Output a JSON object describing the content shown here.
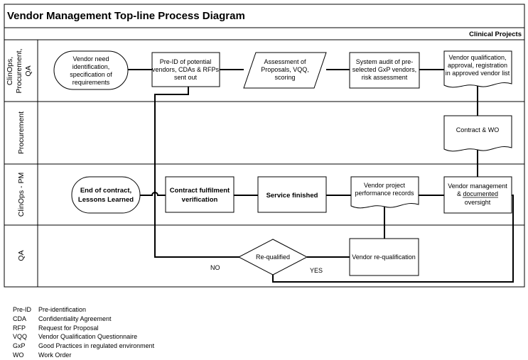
{
  "title": "Vendor Management Top-line Process Diagram",
  "header_right": "Clinical Projects",
  "lanes": [
    {
      "lines": [
        "ClinOps,",
        "Procurement,",
        "QA"
      ]
    },
    {
      "lines": [
        "Procurement"
      ]
    },
    {
      "lines": [
        "ClinOps - PM"
      ]
    },
    {
      "lines": [
        "QA"
      ]
    }
  ],
  "nodes": {
    "vendor_need": [
      "Vendor need",
      "identification,",
      "specification of",
      "requirements"
    ],
    "pre_id": [
      "Pre-ID of potential",
      "vendors, CDAs & RFPs",
      "sent out"
    ],
    "assessment": [
      "Assessment of",
      "Proposals, VQQ,",
      "scoring"
    ],
    "system_audit": [
      "System audit of pre-",
      "selected GxP vendors,",
      "risk assessment"
    ],
    "qualification": [
      "Vendor qualification,",
      "approval, registration",
      "in approved vendor list"
    ],
    "contract_wo": [
      "Contract & WO"
    ],
    "vendor_mgmt": [
      "Vendor management",
      "& documented",
      "oversight"
    ],
    "performance": [
      "Vendor project",
      "performance records"
    ],
    "service_finished": [
      "Service finished"
    ],
    "contract_fulfilment": [
      "Contract fulfilment",
      "verification"
    ],
    "end_contract": [
      "End of contract,",
      "Lessons Learned"
    ],
    "requalified": [
      "Re-qualified"
    ],
    "requalification": [
      "Vendor re-qualification"
    ]
  },
  "edge_labels": {
    "no": "NO",
    "yes": "YES"
  },
  "legend": [
    {
      "abbr": "Pre-ID",
      "text": "Pre-identification"
    },
    {
      "abbr": "CDA",
      "text": "Confidentiality Agreement"
    },
    {
      "abbr": "RFP",
      "text": "Request for Proposal"
    },
    {
      "abbr": "VQQ",
      "text": "Vendor Qualification Questionnaire"
    },
    {
      "abbr": "GxP",
      "text": "Good Practices in regulated environment"
    },
    {
      "abbr": "WO",
      "text": "Work Order"
    }
  ]
}
